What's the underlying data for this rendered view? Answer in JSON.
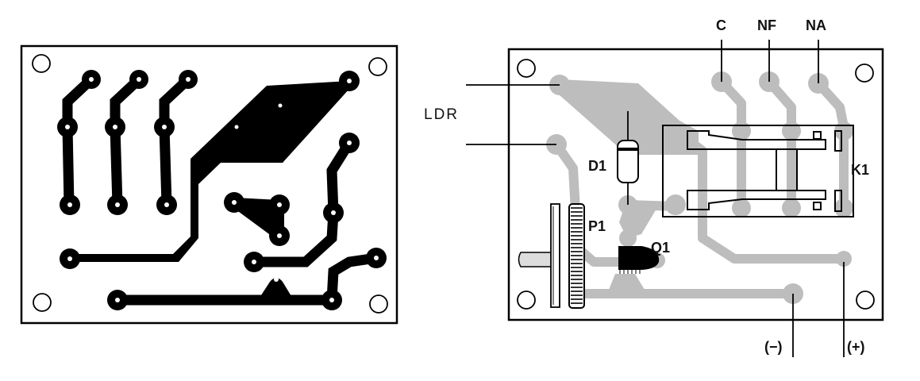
{
  "title": "PCB copper side and component layout",
  "colors": {
    "copper": "#000000",
    "trace_shade": "#bdbdbd",
    "paper": "#ffffff"
  },
  "left_board": {
    "name": "copper-side"
  },
  "right_board": {
    "labels": {
      "ldr": "LDR",
      "c": "C",
      "nf": "NF",
      "na": "NA",
      "d1": "D1",
      "k1": "K1",
      "p1": "P1",
      "q1": "Q1",
      "minus": "(−)",
      "plus": "(+)"
    }
  }
}
